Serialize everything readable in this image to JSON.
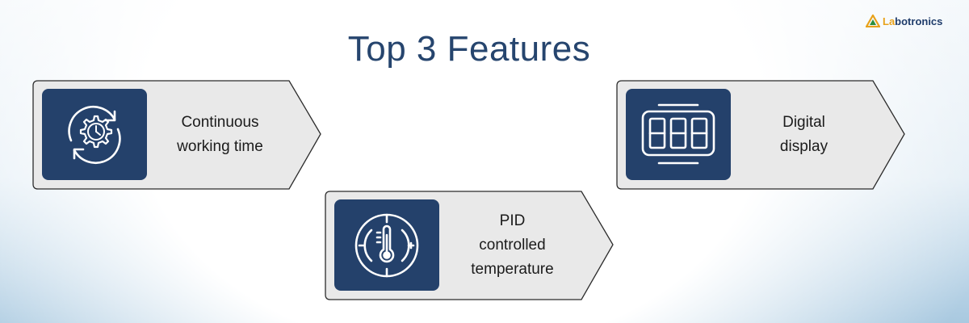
{
  "title": "Top 3 Features",
  "logo": {
    "prefix": "La",
    "suffix": "botronics"
  },
  "colors": {
    "title": "#26456e",
    "icon_box": "#24416b",
    "card_fill": "#e9e9e9",
    "card_stroke": "#2b2b2b"
  },
  "features": [
    {
      "label": "Continuous\nworking time",
      "icon": "clock-gear-cycle-icon"
    },
    {
      "label": "PID\ncontrolled\ntemperature",
      "icon": "thermometer-dial-icon"
    },
    {
      "label": "Digital\ndisplay",
      "icon": "digital-display-icon"
    }
  ]
}
